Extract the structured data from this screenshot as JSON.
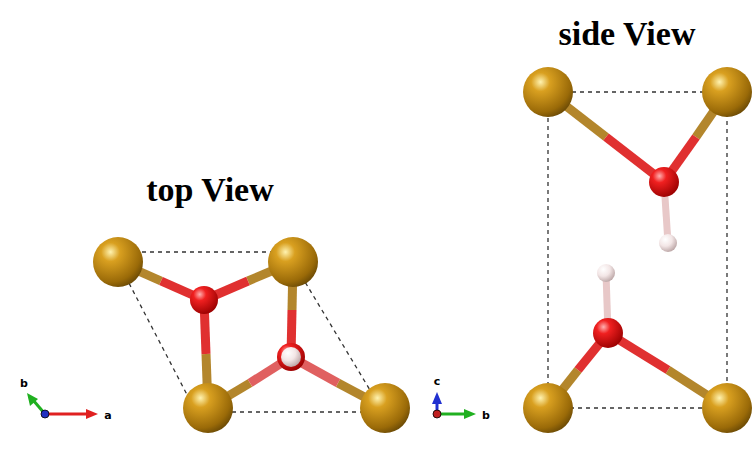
{
  "diagram": {
    "labels": [
      "top View",
      "side View",
      "b",
      "a",
      "c",
      "b"
    ]
  }
}
